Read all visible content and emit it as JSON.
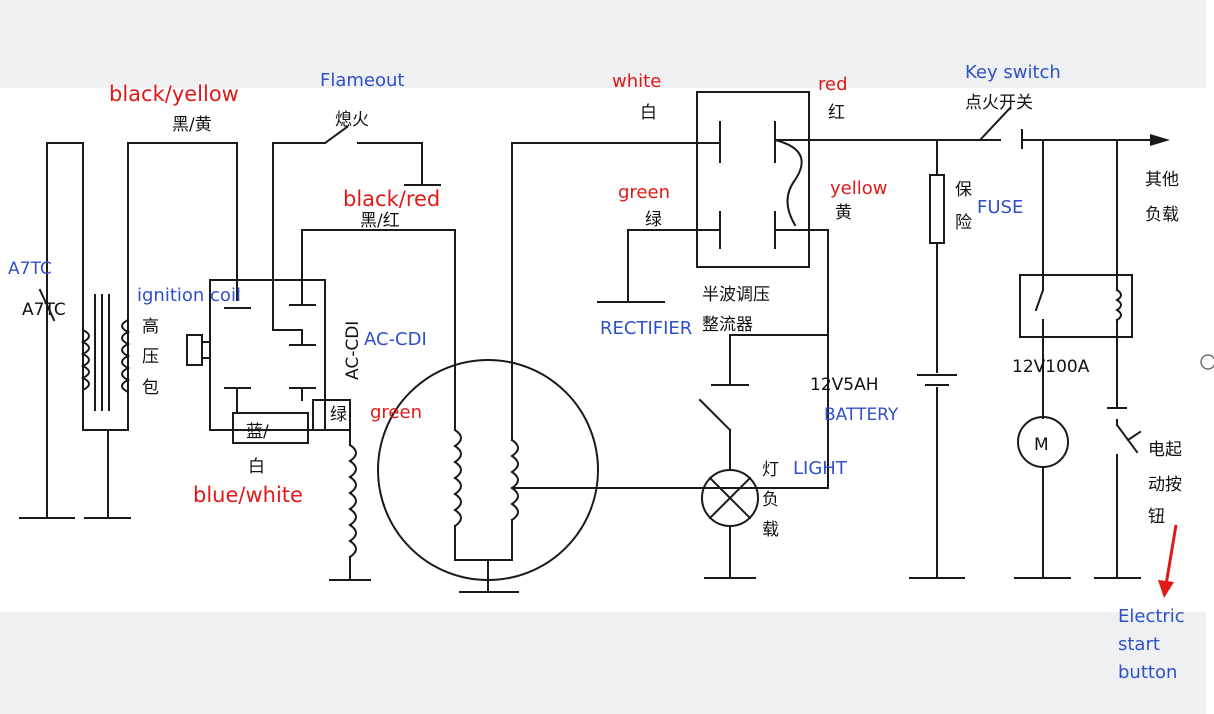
{
  "labels": {
    "a7tc_en": "A7TC",
    "a7tc_sym": "A7TC",
    "black_yellow": "black/yellow",
    "black_yellow_cn": "黑/黄",
    "flameout": "Flameout",
    "flameout_cn": "熄火",
    "black_red": "black/red",
    "black_red_cn": "黑/红",
    "ignition_coil": "ignition coil",
    "coil_cn_1": "高",
    "coil_cn_2": "压",
    "coil_cn_3": "包",
    "ac_cdi": "AC-CDI",
    "ac_cdi_sym": "AC-CDI",
    "green_cdi": "green",
    "green_cdi_cn": "绿",
    "blue_white": "blue/white",
    "blue_white_cn_1": "蓝/",
    "blue_white_cn_2": "白",
    "white": "white",
    "white_cn": "白",
    "red": "red",
    "red_cn": "红",
    "green_rect": "green",
    "green_rect_cn": "绿",
    "yellow": "yellow",
    "yellow_cn": "黄",
    "rect_cn_1": "半波调压",
    "rect_cn_2": "整流器",
    "rectifier": "RECTIFIER",
    "key_switch": "Key switch",
    "key_switch_cn": "点火开关",
    "fuse": "FUSE",
    "fuse_cn_1": "保",
    "fuse_cn_2": "险",
    "other_load_1": "其他",
    "other_load_2": "负载",
    "battery_spec": "12V5AH",
    "battery": "BATTERY",
    "relay_spec": "12V100A",
    "motor": "M",
    "light": "LIGHT",
    "light_cn_1": "灯",
    "light_cn_2": "负",
    "light_cn_3": "载",
    "start_cn_1": "电起",
    "start_cn_2": "动按",
    "start_cn_3": "钮",
    "electric_start_1": "Electric",
    "electric_start_2": "start",
    "electric_start_3": "button"
  },
  "colors": {
    "annotation_red": "#e01818",
    "annotation_blue": "#3050c8",
    "wire": "#1a1a1a",
    "background": "#eef0f2"
  }
}
